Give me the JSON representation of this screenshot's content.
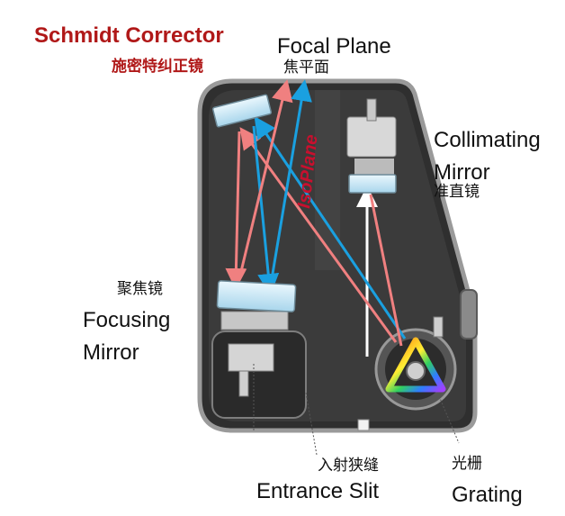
{
  "labels": {
    "schmidt_en": "Schmidt Corrector",
    "schmidt_zh": "施密特纠正镜",
    "focal_en": "Focal Plane",
    "focal_zh": "焦平面",
    "collimating_en_line1": "Collimating",
    "collimating_en_line2": "Mirror",
    "collimating_zh": "准直镜",
    "focusing_zh": "聚焦镜",
    "focusing_en_line1": "Focusing",
    "focusing_en_line2": "Mirror",
    "entrance_zh": "入射狭缝",
    "entrance_en": "Entrance Slit",
    "grating_zh": "光栅",
    "grating_en": "Grating"
  },
  "brand_text": "IsoPlane",
  "colors": {
    "housing": "#3a3a3a",
    "housing_edge": "#9a9a9a",
    "ray_red": "#f08080",
    "ray_blue": "#1aa0e0",
    "ray_white": "#ffffff",
    "mirror": "#cfe9f5",
    "brand": "#c8102e",
    "title_red": "#b01818"
  }
}
